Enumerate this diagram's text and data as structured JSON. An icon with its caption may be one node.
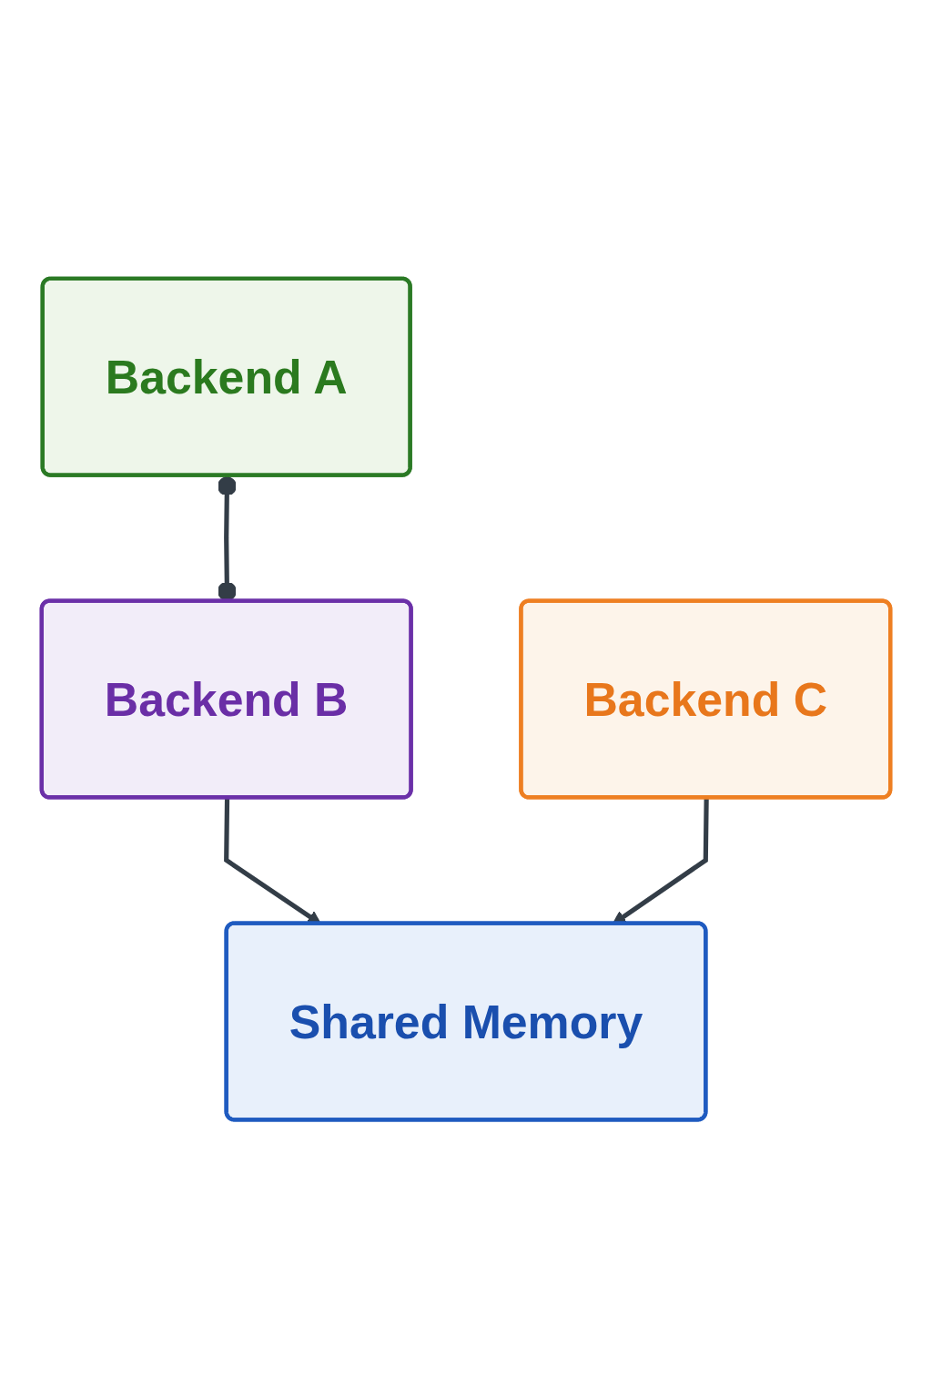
{
  "diagram": {
    "nodes": [
      {
        "text": [
          "Backend A"
        ]
      },
      {
        "text": [
          "Backend B"
        ]
      },
      {
        "text": [
          "Shared Memory"
        ]
      },
      {
        "text": [
          "Backend C"
        ]
      }
    ],
    "edges": [
      {
        "from": 0,
        "to": 1,
        "arrow": "other"
      },
      {
        "from": 1,
        "to": 2,
        "arrow": "to"
      },
      {
        "from": 3,
        "to": 2,
        "arrow": "to"
      }
    ]
  }
}
